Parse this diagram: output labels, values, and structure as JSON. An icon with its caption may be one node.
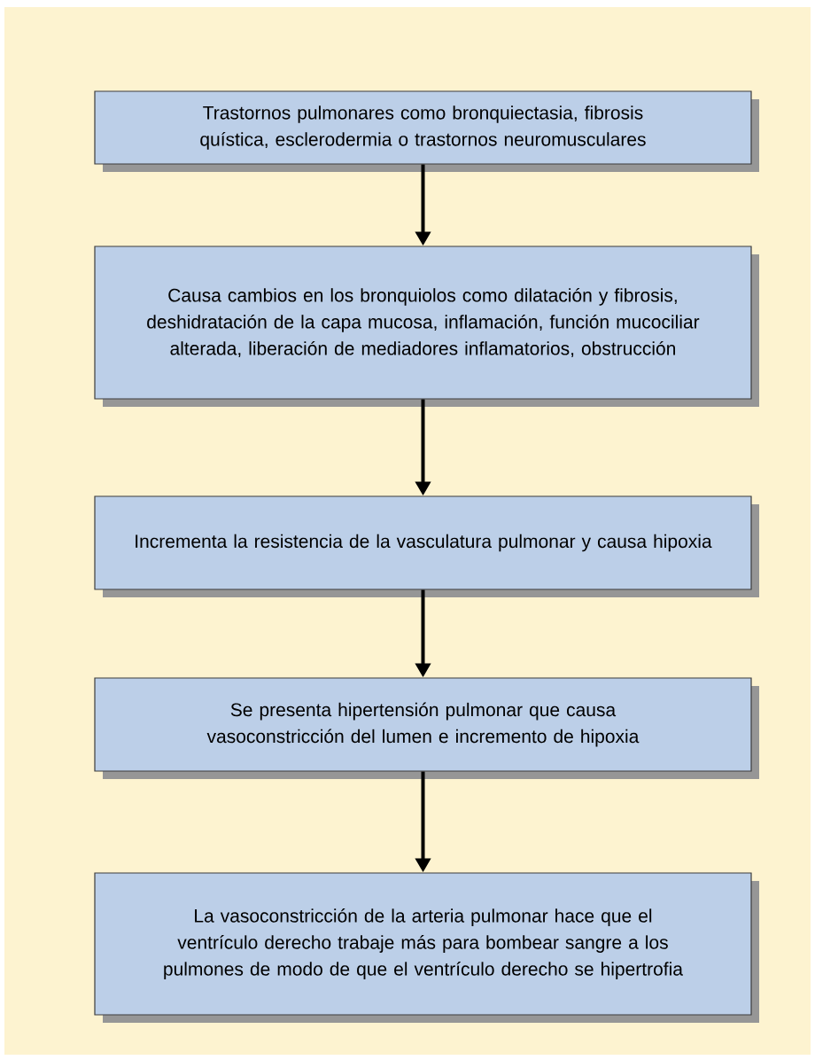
{
  "diagram": {
    "nodes": [
      {
        "text": [
          "Trastornos pulmonares como bronquiectasia, fibrosis quística, esclerodermia o trastornos neuromusculares"
        ]
      },
      {
        "text": [
          "Causa cambios en los bronquiolos como dilatación y fibrosis, deshidratación de la capa mucosa, inflamación, función mucociliar alterada, liberación de mediadores inflamatorios, obstrucción"
        ]
      },
      {
        "text": [
          "Incrementa la resistencia de la vasculatura pulmonar y causa hipoxia"
        ]
      },
      {
        "text": [
          "Se presenta hipertensión pulmonar que causa vasoconstricción del lumen e incremento de hipoxia"
        ]
      },
      {
        "text": [
          "La vasoconstricción de la arteria pulmonar hace que el ventrículo derecho trabaje más para bombear sangre a los pulmones de modo de que el ventrículo derecho se hipertrofia"
        ]
      }
    ],
    "edges": [
      {
        "from": 0,
        "to": 1,
        "arrow": "to"
      },
      {
        "from": 1,
        "to": 2,
        "arrow": "to"
      },
      {
        "from": 2,
        "to": 3,
        "arrow": "to"
      },
      {
        "from": 3,
        "to": 4,
        "arrow": "to"
      }
    ]
  }
}
